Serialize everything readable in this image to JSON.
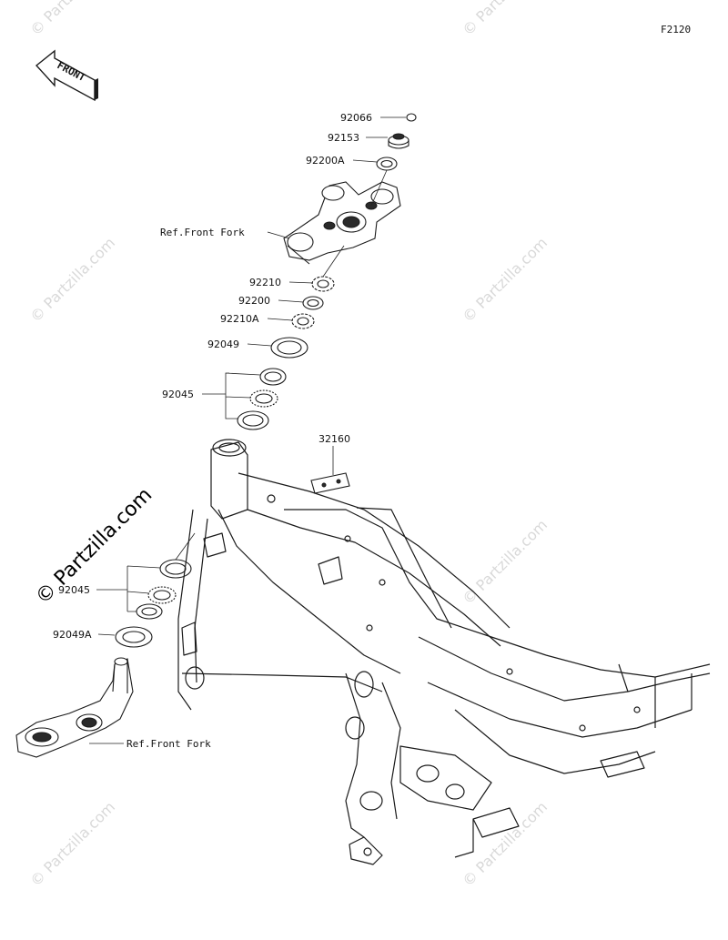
{
  "figure_code": "F2120",
  "front_arrow": {
    "text": "FRONT",
    "icon": "front-direction-arrow-icon"
  },
  "watermark": "© Partzilla.com",
  "parts": [
    {
      "num": "92066"
    },
    {
      "num": "92153"
    },
    {
      "num": "92200A"
    },
    {
      "num": "Ref.Front Fork"
    },
    {
      "num": "92210"
    },
    {
      "num": "92200"
    },
    {
      "num": "92210A"
    },
    {
      "num": "92049"
    },
    {
      "num": "92045"
    },
    {
      "num": "32160"
    },
    {
      "num": "92045"
    },
    {
      "num": "92049A"
    },
    {
      "num": "Ref.Front Fork"
    }
  ]
}
